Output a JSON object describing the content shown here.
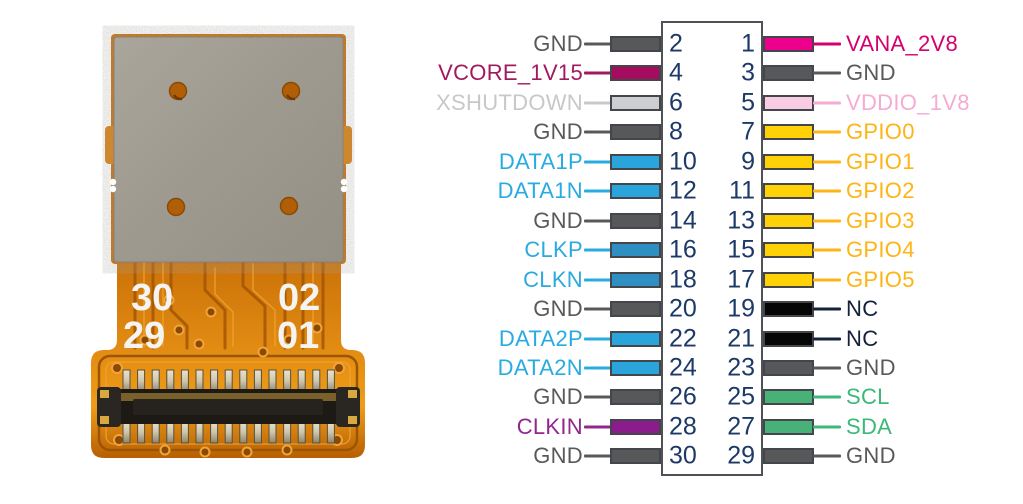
{
  "figure": {
    "description": "Camera module photo with 30-pin board-to-board connector pinout",
    "background_color": "#ffffff"
  },
  "module_photo": {
    "silkscreen": {
      "top_left": "30",
      "top_right": "02",
      "bottom_left": "29",
      "bottom_right": "01"
    },
    "colors": {
      "flex_orange": "#e08a12",
      "flex_dark": "#b65f04",
      "trace_dark": "#a35503",
      "trace_light": "#f2a52e",
      "shield_gray": "#a09b90",
      "connector_black": "#1d1a16",
      "pin_silver": "#cfc6ae",
      "gold": "#d9a93f",
      "silkscreen_white": "#f4f4f2"
    }
  },
  "pinout": {
    "number_color": "#1d3968",
    "box_border_color": "#45464c",
    "outline_color": "#505156",
    "rows": [
      {
        "left": {
          "pin": "2",
          "label": "GND",
          "text_color": "#58595b",
          "box_color": "#57585a",
          "line_color": "#58595b"
        },
        "right": {
          "pin": "1",
          "label": "VANA_2V8",
          "text_color": "#d4006e",
          "box_color": "#ec008c",
          "line_color": "#d4006e"
        }
      },
      {
        "left": {
          "pin": "4",
          "label": "VCORE_1V15",
          "text_color": "#a21a5e",
          "box_color": "#a50b5e",
          "line_color": "#a21a5e"
        },
        "right": {
          "pin": "3",
          "label": "GND",
          "text_color": "#58595b",
          "box_color": "#57585a",
          "line_color": "#58595b"
        }
      },
      {
        "left": {
          "pin": "6",
          "label": "XSHUTDOWN",
          "text_color": "#c7c8ca",
          "box_color": "#cdced0",
          "line_color": "#c7c8ca"
        },
        "right": {
          "pin": "5",
          "label": "VDDIO_1V8",
          "text_color": "#f5abd2",
          "box_color": "#f8cce2",
          "line_color": "#f5abd2"
        }
      },
      {
        "left": {
          "pin": "8",
          "label": "GND",
          "text_color": "#58595b",
          "box_color": "#57585a",
          "line_color": "#58595b"
        },
        "right": {
          "pin": "7",
          "label": "GPIO0",
          "text_color": "#fdb515",
          "box_color": "#ffd207",
          "line_color": "#fdb515"
        }
      },
      {
        "left": {
          "pin": "10",
          "label": "DATA1P",
          "text_color": "#29abe2",
          "box_color": "#29a5dc",
          "line_color": "#29abe2"
        },
        "right": {
          "pin": "9",
          "label": "GPIO1",
          "text_color": "#fdb515",
          "box_color": "#ffd207",
          "line_color": "#fdb515"
        }
      },
      {
        "left": {
          "pin": "12",
          "label": "DATA1N",
          "text_color": "#29abe2",
          "box_color": "#29a5dc",
          "line_color": "#29abe2"
        },
        "right": {
          "pin": "11",
          "label": "GPIO2",
          "text_color": "#fdb515",
          "box_color": "#ffd207",
          "line_color": "#fdb515"
        }
      },
      {
        "left": {
          "pin": "14",
          "label": "GND",
          "text_color": "#58595b",
          "box_color": "#57585a",
          "line_color": "#58595b"
        },
        "right": {
          "pin": "13",
          "label": "GPIO3",
          "text_color": "#fdb515",
          "box_color": "#ffd207",
          "line_color": "#fdb515"
        }
      },
      {
        "left": {
          "pin": "16",
          "label": "CLKP",
          "text_color": "#2baae0",
          "box_color": "#2f8fc2",
          "line_color": "#2baae0"
        },
        "right": {
          "pin": "15",
          "label": "GPIO4",
          "text_color": "#fdb515",
          "box_color": "#ffd207",
          "line_color": "#fdb515"
        }
      },
      {
        "left": {
          "pin": "18",
          "label": "CLKN",
          "text_color": "#2baae0",
          "box_color": "#2f8fc2",
          "line_color": "#2baae0"
        },
        "right": {
          "pin": "17",
          "label": "GPIO5",
          "text_color": "#fdb515",
          "box_color": "#ffd207",
          "line_color": "#fdb515"
        }
      },
      {
        "left": {
          "pin": "20",
          "label": "GND",
          "text_color": "#58595b",
          "box_color": "#57585a",
          "line_color": "#58595b"
        },
        "right": {
          "pin": "19",
          "label": "NC",
          "text_color": "#14213b",
          "box_color": "#060606",
          "line_color": "#14213b"
        }
      },
      {
        "left": {
          "pin": "22",
          "label": "DATA2P",
          "text_color": "#29abe2",
          "box_color": "#29a5dc",
          "line_color": "#29abe2"
        },
        "right": {
          "pin": "21",
          "label": "NC",
          "text_color": "#14213b",
          "box_color": "#060606",
          "line_color": "#14213b"
        }
      },
      {
        "left": {
          "pin": "24",
          "label": "DATA2N",
          "text_color": "#29abe2",
          "box_color": "#29a5dc",
          "line_color": "#29abe2"
        },
        "right": {
          "pin": "23",
          "label": "GND",
          "text_color": "#58595b",
          "box_color": "#57585a",
          "line_color": "#58595b"
        }
      },
      {
        "left": {
          "pin": "26",
          "label": "GND",
          "text_color": "#58595b",
          "box_color": "#57585a",
          "line_color": "#58595b"
        },
        "right": {
          "pin": "25",
          "label": "SCL",
          "text_color": "#3cb878",
          "box_color": "#47b177",
          "line_color": "#3cb878"
        }
      },
      {
        "left": {
          "pin": "28",
          "label": "CLKIN",
          "text_color": "#92278f",
          "box_color": "#8a1d8b",
          "line_color": "#92278f"
        },
        "right": {
          "pin": "27",
          "label": "SDA",
          "text_color": "#3cb878",
          "box_color": "#47b177",
          "line_color": "#3cb878"
        }
      },
      {
        "left": {
          "pin": "30",
          "label": "GND",
          "text_color": "#58595b",
          "box_color": "#57585a",
          "line_color": "#58595b"
        },
        "right": {
          "pin": "29",
          "label": "GND",
          "text_color": "#58595b",
          "box_color": "#57585a",
          "line_color": "#58595b"
        }
      }
    ]
  }
}
